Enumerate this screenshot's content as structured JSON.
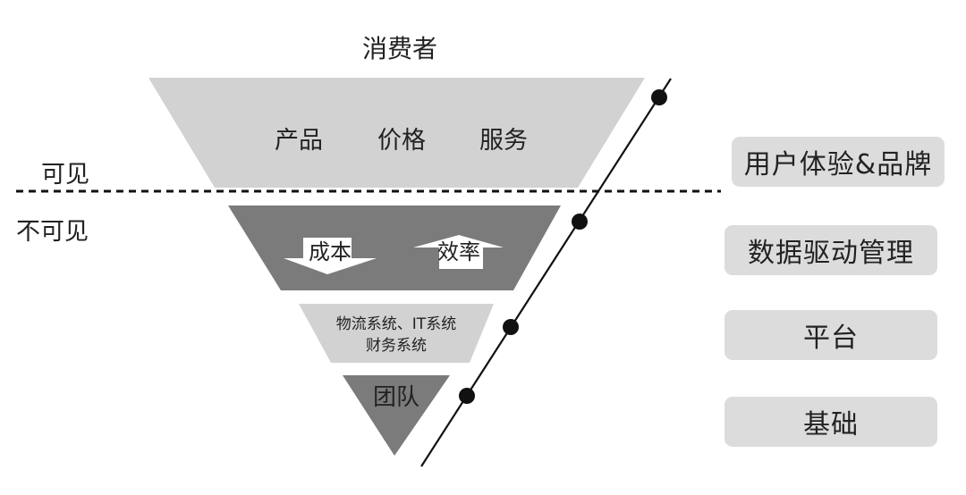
{
  "top_label": "消费者",
  "visible_label": "可见",
  "invisible_label": "不可见",
  "layers": [
    {
      "words": [
        "产品",
        "价格",
        "服务"
      ]
    },
    {
      "cost_label": "成本",
      "efficiency_label": "效率"
    },
    {
      "lines": [
        "物流系统、IT系统",
        "财务系统"
      ]
    },
    {
      "label": "团队"
    }
  ],
  "side_labels": [
    "用户体验&品牌",
    "数据驱动管理",
    "平台",
    "基础"
  ],
  "colors": {
    "layer1": "#d2d2d2",
    "layer2": "#7b7b7b",
    "layer3": "#d2d2d2",
    "layer4": "#7b7b7b",
    "side_box": "#dcdcdc",
    "line": "#111111"
  }
}
